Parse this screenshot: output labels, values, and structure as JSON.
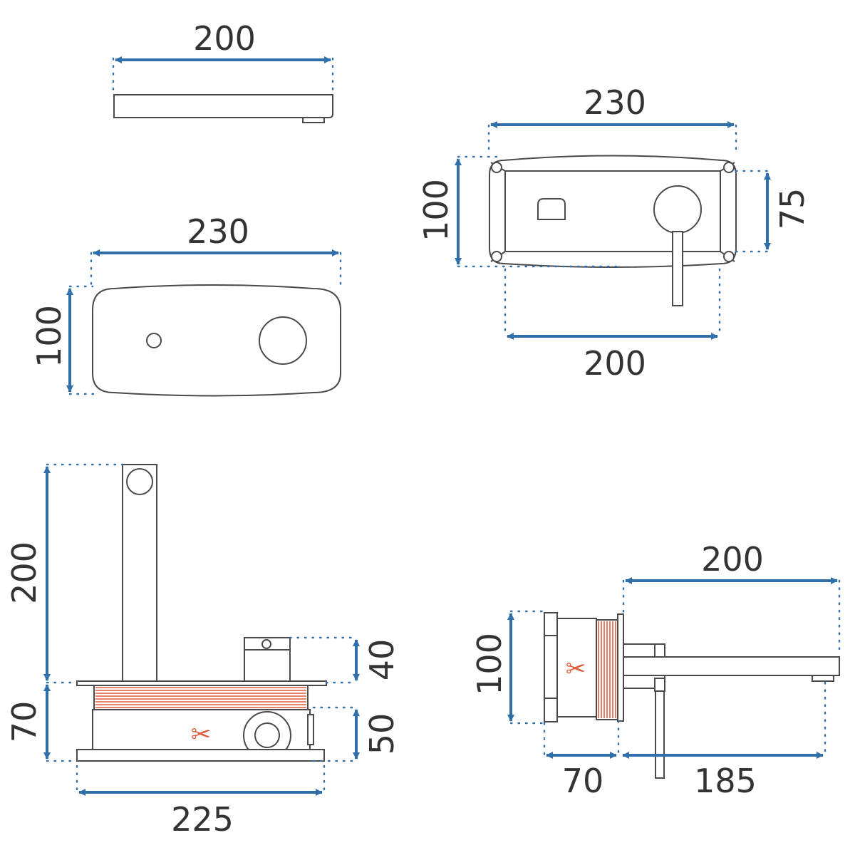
{
  "colors": {
    "dimension": "#2f6faa",
    "outline": "#4a4a4a",
    "label": "#333333",
    "thread": "#e05a3a",
    "cut_marker": "#e05a3a"
  },
  "views": {
    "top_view": {
      "width_label": "200"
    },
    "front_plate": {
      "width_label": "230",
      "height_label": "100"
    },
    "front_assembled": {
      "width_top_label": "230",
      "height_left_label": "100",
      "height_right_label": "75",
      "spout_width_label": "200"
    },
    "side_view": {
      "spout_height_label": "200",
      "body_height_label": "70",
      "knob_height_label": "40",
      "box_height_label": "50",
      "base_width_label": "225"
    },
    "profile_view": {
      "spout_length_label": "200",
      "height_label": "100",
      "wall_depth_label": "70",
      "projection_label": "185"
    }
  }
}
